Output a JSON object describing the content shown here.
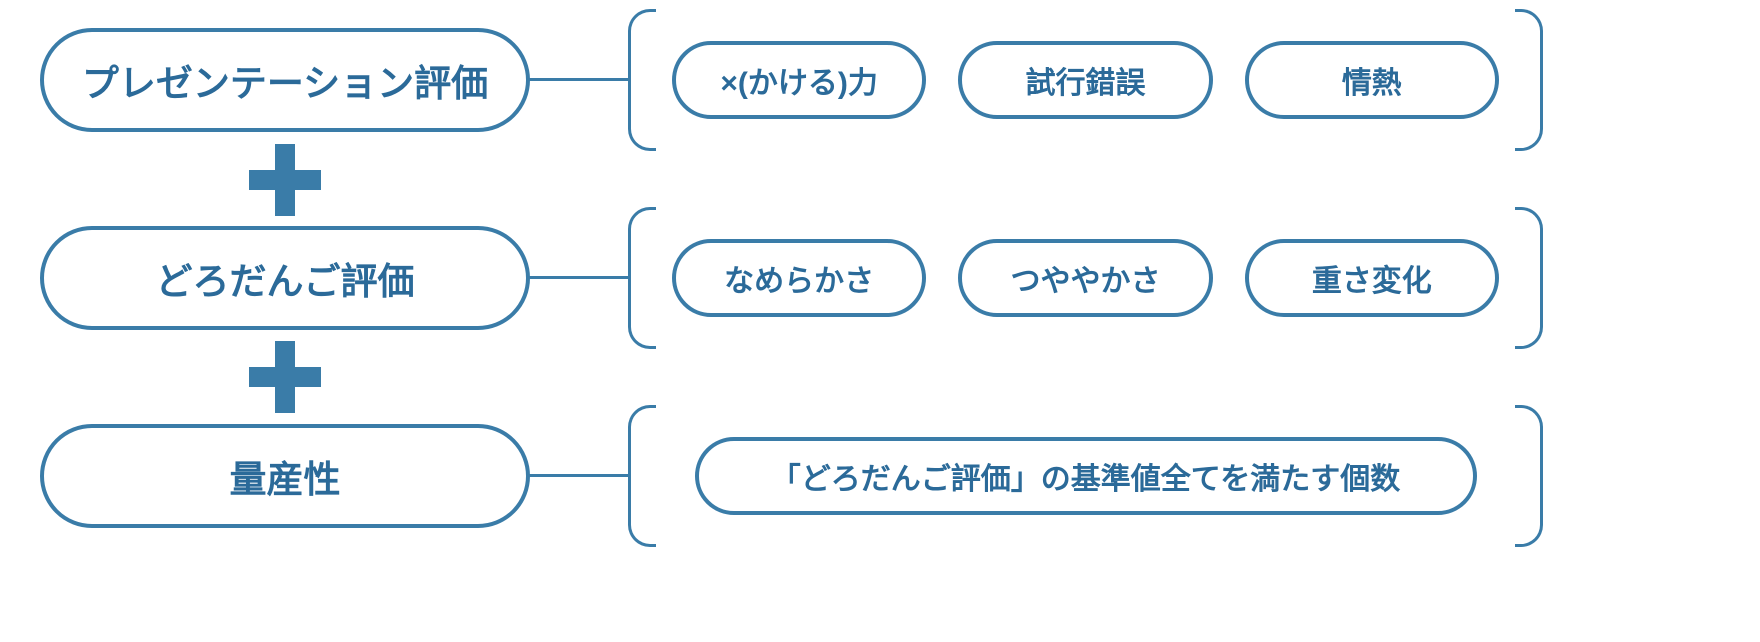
{
  "colors": {
    "accent": "#3a7ca8",
    "text": "#2b6a99",
    "background": "#ffffff"
  },
  "icons": {
    "plus": "+"
  },
  "rows": [
    {
      "label": "プレゼンテーション評価",
      "items": [
        "×(かける)力",
        "試行錯誤",
        "情熱"
      ]
    },
    {
      "label": "どろだんご評価",
      "items": [
        "なめらかさ",
        "つややかさ",
        "重さ変化"
      ]
    },
    {
      "label": "量産性",
      "items": [
        "「どろだんご評価」の基準値全てを満たす個数"
      ]
    }
  ]
}
